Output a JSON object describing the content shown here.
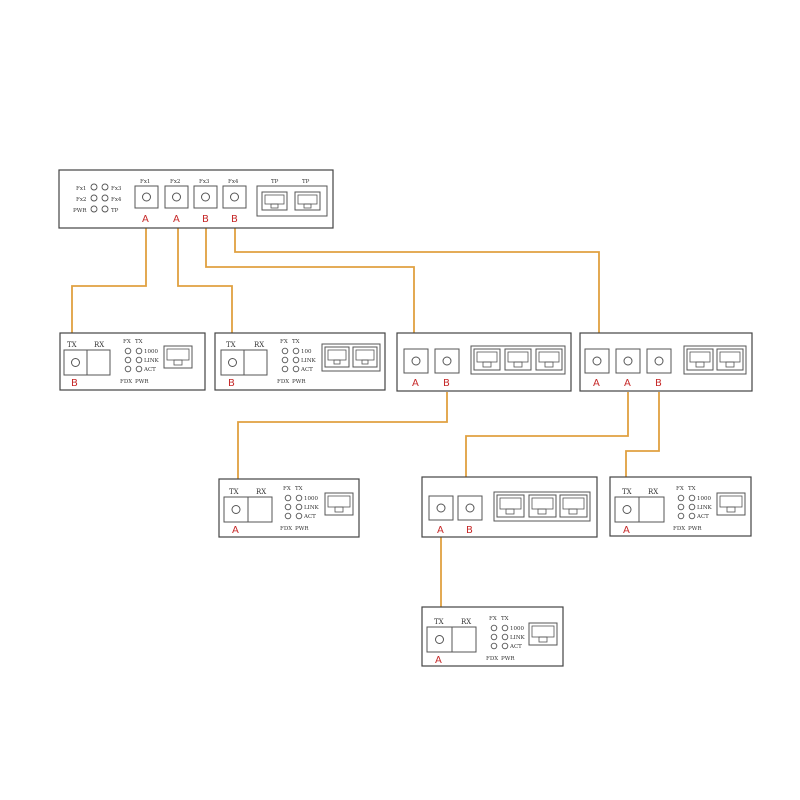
{
  "colors": {
    "fiber": "#e0a040",
    "port_letter": "#c62828",
    "outline": "#444444"
  },
  "switch": {
    "led_labels": [
      "Fx1",
      "Fx3",
      "Fx2",
      "Fx4",
      "PWR",
      "TP"
    ],
    "ports": [
      {
        "label": "Fx1",
        "letter": "A"
      },
      {
        "label": "Fx2",
        "letter": "A"
      },
      {
        "label": "Fx3",
        "letter": "B"
      },
      {
        "label": "Fx4",
        "letter": "B"
      }
    ],
    "tp_labels": [
      "TP",
      "TP"
    ]
  },
  "converter_labels": {
    "tx": "TX",
    "rx": "RX",
    "fx": "FX",
    "led_tx": "TX",
    "speed": "1000",
    "speed_100": "100",
    "link": "LINK",
    "act": "ACT",
    "fdx": "FDX",
    "pwr": "PWR"
  },
  "converters": {
    "c1": {
      "letter": "B"
    },
    "c2": {
      "letter": "B"
    },
    "c3": {
      "letter": "A"
    },
    "c4": {
      "letter": "A"
    },
    "c5": {
      "letter": "A"
    }
  },
  "switches_small": {
    "s1": {
      "letters": [
        "A",
        "B"
      ]
    },
    "s2": {
      "letters": [
        "A",
        "A",
        "B"
      ]
    },
    "s3": {
      "letters": [
        "A",
        "B"
      ]
    }
  }
}
